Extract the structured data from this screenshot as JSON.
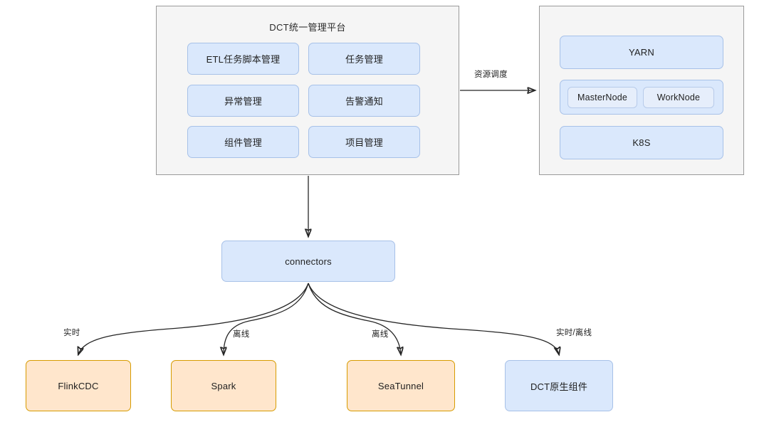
{
  "diagram": {
    "title": "DCT统一管理平台",
    "colors": {
      "panel_fill": "#f5f5f5",
      "panel_stroke": "#9a9a9a",
      "blue_fill": "#dae8fc",
      "blue_stroke": "#a7c1e8",
      "orange_fill": "#ffe6cc",
      "orange_stroke": "#d79b00",
      "edge_stroke": "#252525"
    },
    "platform": {
      "title": "DCT统一管理平台",
      "modules": [
        {
          "label": "ETL任务脚本管理"
        },
        {
          "label": "任务管理"
        },
        {
          "label": "异常管理"
        },
        {
          "label": "告警通知"
        },
        {
          "label": "组件管理"
        },
        {
          "label": "项目管理"
        }
      ]
    },
    "resource_panel": {
      "yarn": {
        "label": "YARN"
      },
      "nodes": [
        {
          "label": "MasterNode"
        },
        {
          "label": "WorkNode"
        }
      ],
      "k8s": {
        "label": "K8S"
      }
    },
    "connectors": {
      "label": "connectors"
    },
    "edges": {
      "resource_schedule": "资源调度",
      "realtime": "实时",
      "offline_spark": "离线",
      "offline_seatunnel": "离线",
      "realtime_offline": "实时/离线"
    },
    "targets": [
      {
        "label": "FlinkCDC",
        "style": "orange"
      },
      {
        "label": "Spark",
        "style": "orange"
      },
      {
        "label": "SeaTunnel",
        "style": "orange"
      },
      {
        "label": "DCT原生组件",
        "style": "blue"
      }
    ]
  }
}
